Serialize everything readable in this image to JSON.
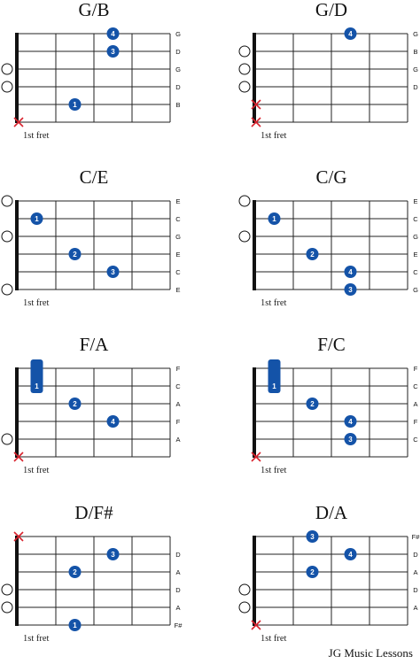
{
  "footer": "JG Music Lessons",
  "colors": {
    "dot": "#1453a8",
    "mute": "#d9232e",
    "line": "#222222"
  },
  "chart_data": [
    {
      "name": "G/B",
      "strings": [
        "G",
        "D",
        "G",
        "D",
        "B"
      ],
      "caption": "1st fret",
      "open_strings": [
        3,
        4
      ],
      "muted_strings": [
        6
      ],
      "dots": [
        {
          "string": 1,
          "fret": 3,
          "finger": "4"
        },
        {
          "string": 2,
          "fret": 3,
          "finger": "3"
        },
        {
          "string": 5,
          "fret": 2,
          "finger": "1"
        }
      ],
      "barres": []
    },
    {
      "name": "G/D",
      "strings": [
        "G",
        "B",
        "G",
        "D",
        ""
      ],
      "caption": "1st fret",
      "open_strings": [
        2,
        3,
        4
      ],
      "muted_strings": [
        5,
        6
      ],
      "dots": [
        {
          "string": 1,
          "fret": 3,
          "finger": "4"
        }
      ],
      "barres": []
    },
    {
      "name": "C/E",
      "strings": [
        "E",
        "C",
        "G",
        "E",
        "C",
        "E"
      ],
      "caption": "1st fret",
      "open_strings": [
        1,
        3,
        6
      ],
      "muted_strings": [],
      "dots": [
        {
          "string": 2,
          "fret": 1,
          "finger": "1"
        },
        {
          "string": 4,
          "fret": 2,
          "finger": "2"
        },
        {
          "string": 5,
          "fret": 3,
          "finger": "3"
        }
      ],
      "barres": []
    },
    {
      "name": "C/G",
      "strings": [
        "E",
        "C",
        "G",
        "E",
        "C",
        "G"
      ],
      "caption": "1st fret",
      "open_strings": [
        1,
        3
      ],
      "muted_strings": [],
      "dots": [
        {
          "string": 2,
          "fret": 1,
          "finger": "1"
        },
        {
          "string": 4,
          "fret": 2,
          "finger": "2"
        },
        {
          "string": 5,
          "fret": 3,
          "finger": "4"
        },
        {
          "string": 6,
          "fret": 3,
          "finger": "3"
        }
      ],
      "barres": []
    },
    {
      "name": "F/A",
      "strings": [
        "F",
        "C",
        "A",
        "F",
        "A"
      ],
      "caption": "1st fret",
      "open_strings": [
        5
      ],
      "muted_strings": [
        6
      ],
      "dots": [
        {
          "string": 3,
          "fret": 2,
          "finger": "2"
        },
        {
          "string": 4,
          "fret": 3,
          "finger": "4"
        }
      ],
      "barres": [
        {
          "fret": 1,
          "from_string": 1,
          "to_string": 2,
          "finger": "1"
        }
      ]
    },
    {
      "name": "F/C",
      "strings": [
        "F",
        "C",
        "A",
        "F",
        "C"
      ],
      "caption": "1st fret",
      "open_strings": [],
      "muted_strings": [
        6
      ],
      "dots": [
        {
          "string": 3,
          "fret": 2,
          "finger": "2"
        },
        {
          "string": 4,
          "fret": 3,
          "finger": "4"
        },
        {
          "string": 5,
          "fret": 3,
          "finger": "3"
        }
      ],
      "barres": [
        {
          "fret": 1,
          "from_string": 1,
          "to_string": 2,
          "finger": "1"
        }
      ]
    },
    {
      "name": "D/F#",
      "strings": [
        "",
        "D",
        "A",
        "D",
        "A",
        "F#"
      ],
      "caption": "1st fret",
      "open_strings": [
        4,
        5
      ],
      "muted_strings": [
        1
      ],
      "dots": [
        {
          "string": 2,
          "fret": 3,
          "finger": "3"
        },
        {
          "string": 3,
          "fret": 2,
          "finger": "2"
        },
        {
          "string": 6,
          "fret": 2,
          "finger": "1"
        }
      ],
      "barres": []
    },
    {
      "name": "D/A",
      "strings": [
        "F#",
        "D",
        "A",
        "D",
        "A"
      ],
      "caption": "1st fret",
      "open_strings": [
        4,
        5
      ],
      "muted_strings": [
        6
      ],
      "dots": [
        {
          "string": 1,
          "fret": 2,
          "finger": "3"
        },
        {
          "string": 2,
          "fret": 3,
          "finger": "4"
        },
        {
          "string": 3,
          "fret": 2,
          "finger": "2"
        }
      ],
      "barres": []
    }
  ]
}
